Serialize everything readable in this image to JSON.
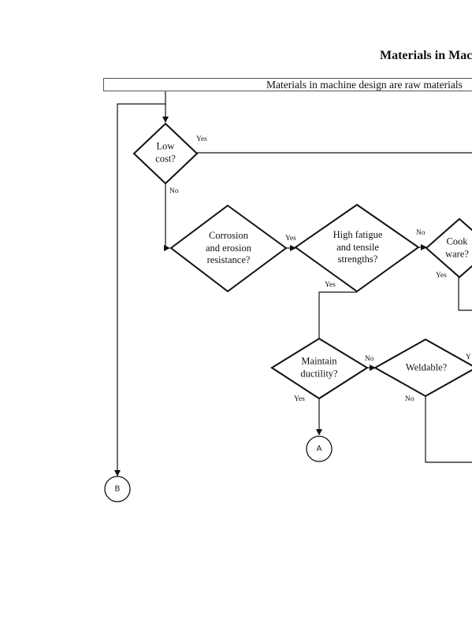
{
  "title": "Materials in Mac",
  "banner": "Materials in machine design are raw materials",
  "nodes": {
    "low_cost": "Low\ncost?",
    "corrosion": "Corrosion\nand erosion\nresistance?",
    "fatigue": "High fatigue\nand tensile\nstrengths?",
    "cookware": "Cook\nware?",
    "ductility": "Maintain\nductility?",
    "weldable": "Weldable?"
  },
  "edge_labels": {
    "low_cost_yes": "Yes",
    "low_cost_no": "No",
    "corrosion_yes": "Yes",
    "fatigue_no": "No",
    "fatigue_yes": "Yes",
    "cookware_yes": "Yes",
    "ductility_no": "No",
    "ductility_yes": "Yes",
    "weldable_yes": "Y",
    "weldable_no": "No"
  },
  "connectors": {
    "a": "A",
    "b": "B"
  }
}
